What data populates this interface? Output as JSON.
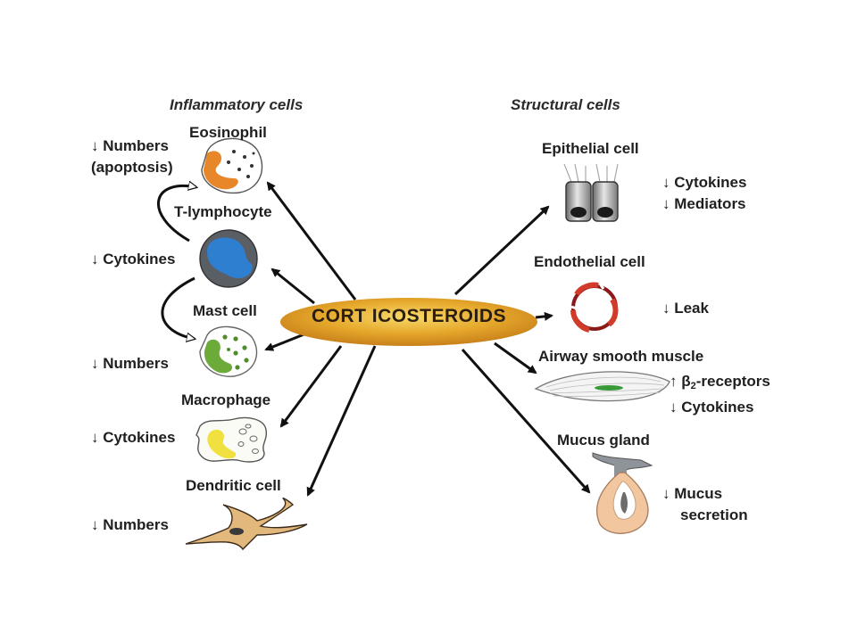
{
  "headers": {
    "inflammatory": "Inflammatory cells",
    "structural": "Structural cells"
  },
  "center": {
    "label": "CORT ICOSTEROIDS"
  },
  "inflammatory_cells": [
    {
      "name": "Eosinophil",
      "effects": [
        "↓ Numbers",
        "(apoptosis)"
      ]
    },
    {
      "name": "T-lymphocyte",
      "effects": [
        "↓ Cytokines"
      ]
    },
    {
      "name": "Mast cell",
      "effects": [
        "↓ Numbers"
      ]
    },
    {
      "name": "Macrophage",
      "effects": [
        "↓ Cytokines"
      ]
    },
    {
      "name": "Dendritic cell",
      "effects": [
        "↓ Numbers"
      ]
    }
  ],
  "structural_cells": [
    {
      "name": "Epithelial cell",
      "effects": [
        "↓ Cytokines",
        "↓ Mediators"
      ]
    },
    {
      "name": "Endothelial cell",
      "effects": [
        "↓ Leak"
      ]
    },
    {
      "name": "Airway smooth muscle",
      "effects": [
        "↑ β",
        "-receptors",
        "↓ Cytokines"
      ],
      "subscript": "2"
    },
    {
      "name": "Mucus gland",
      "effects": [
        "↓ Mucus",
        "secretion"
      ]
    }
  ]
}
